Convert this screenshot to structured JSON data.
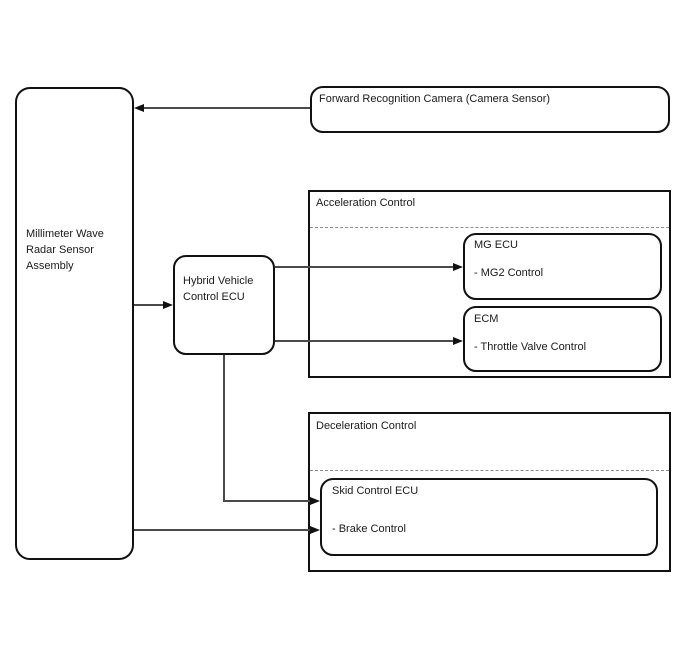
{
  "diagram": {
    "type": "block-diagram",
    "colors": {
      "background": "#ffffff",
      "box_border": "#111111",
      "connector_line": "#4a4a4a",
      "dashed_separator": "#8c8c8c",
      "text": "#1a1a1a"
    },
    "nodes": {
      "radar": {
        "label": "Millimeter Wave\nRadar Sensor\nAssembly"
      },
      "camera": {
        "label": "Forward Recognition Camera (Camera Sensor)"
      },
      "hybrid_ecu": {
        "label": "Hybrid Vehicle\nControl ECU"
      },
      "mg_ecu": {
        "title": "MG ECU",
        "item": "- MG2 Control"
      },
      "ecm": {
        "title": "ECM",
        "item": "- Throttle Valve Control"
      },
      "skid_ecu": {
        "title": "Skid Control ECU",
        "item": "- Brake Control"
      }
    },
    "groups": {
      "acceleration": {
        "label": "Acceleration Control"
      },
      "deceleration": {
        "label": "Deceleration Control"
      }
    },
    "connections": [
      {
        "from": "camera",
        "to": "radar",
        "direction": "left"
      },
      {
        "from": "radar",
        "to": "hybrid_ecu",
        "direction": "right"
      },
      {
        "from": "hybrid_ecu",
        "to": "mg_ecu",
        "direction": "right"
      },
      {
        "from": "hybrid_ecu",
        "to": "ecm",
        "direction": "right"
      },
      {
        "from": "hybrid_ecu",
        "to": "skid_ecu",
        "direction": "down-right"
      },
      {
        "from": "radar",
        "to": "skid_ecu",
        "direction": "right"
      }
    ]
  }
}
